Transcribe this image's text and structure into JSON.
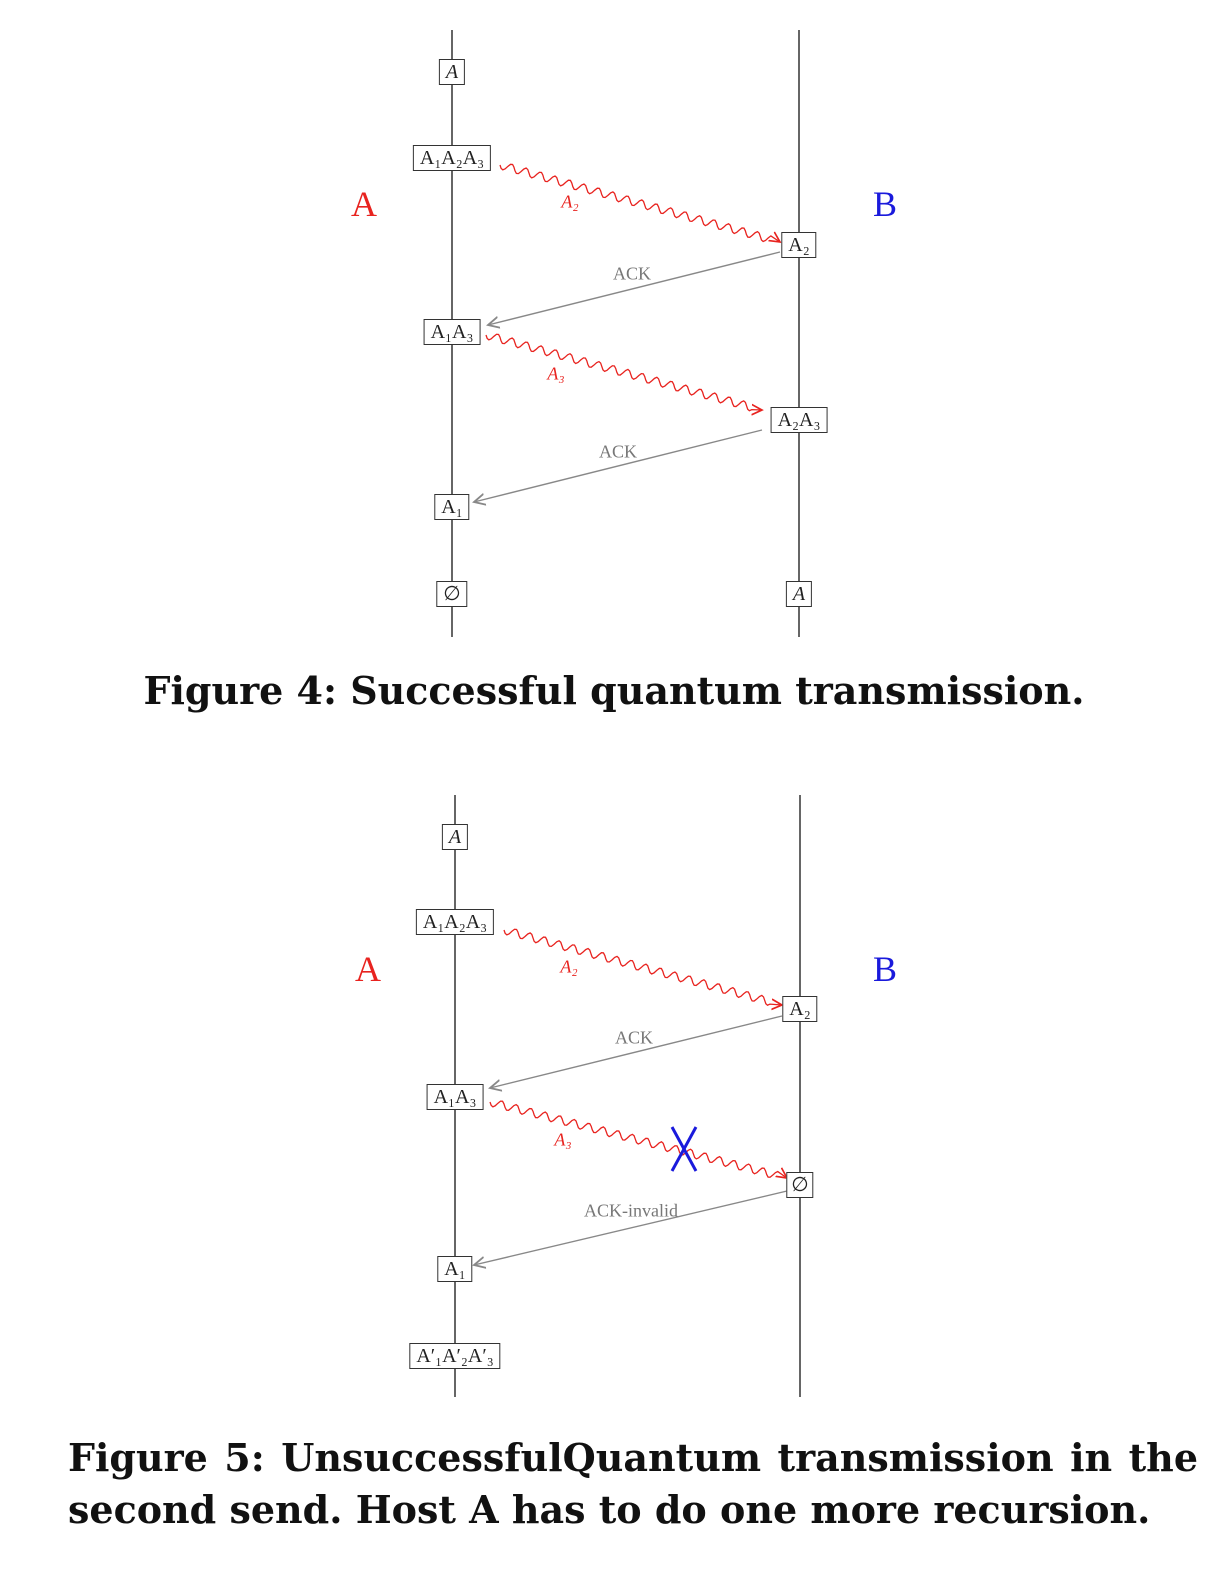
{
  "figure4": {
    "host_a_label": "A",
    "host_b_label": "B",
    "boxes": {
      "a_start": "A",
      "a_full": "A₁A₂A₃",
      "a_after1": "A₁A₃",
      "a_after2": "A₁",
      "a_end": "∅",
      "b_first": "A₂",
      "b_second": "A₂A₃",
      "b_end": "A"
    },
    "quantum_labels": [
      "A₂",
      "A₃"
    ],
    "ack_labels": [
      "ACK",
      "ACK"
    ],
    "caption": "Figure 4: Successful quantum transmission."
  },
  "figure5": {
    "host_a_label": "A",
    "host_b_label": "B",
    "boxes": {
      "a_start": "A",
      "a_full": "A₁A₂A₃",
      "a_after1": "A₁A₃",
      "a_after2": "A₁",
      "a_end": "A′₁A′₂A′₃",
      "b_first": "A₂",
      "b_second": "∅"
    },
    "quantum_labels": [
      "A₂",
      "A₃"
    ],
    "ack_labels": [
      "ACK",
      "ACK-invalid"
    ],
    "caption": "Figure 5: UnsuccessfulQuantum transmission in the second send. Host A has to do one more recursion."
  },
  "colors": {
    "host_a": "#e8231f",
    "host_b": "#1a1adc",
    "quantum_arrow": "#e8231f",
    "ack_arrow": "#888888",
    "loss_mark": "#1a1adc"
  }
}
